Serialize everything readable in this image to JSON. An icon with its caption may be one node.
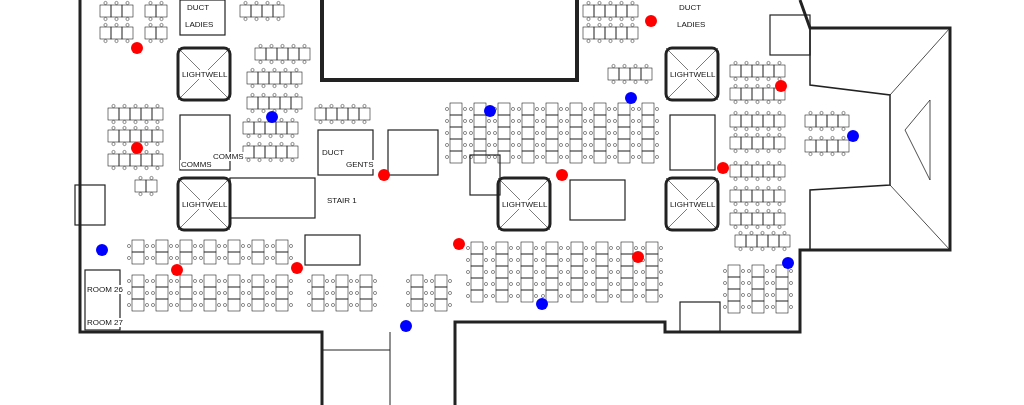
{
  "diagram": {
    "labels": [
      "DUCT",
      "LADIES",
      "LIGHTWELL",
      "DUCT",
      "LADIES",
      "LIGHTWELL",
      "DUCT",
      "GENTS",
      "COMMS",
      "COMMS",
      "LIGHTWELL",
      "STAIR 1",
      "LIGHTWELL",
      "LIGHTWELL",
      "ROOM 26",
      "ROOM 27"
    ]
  }
}
